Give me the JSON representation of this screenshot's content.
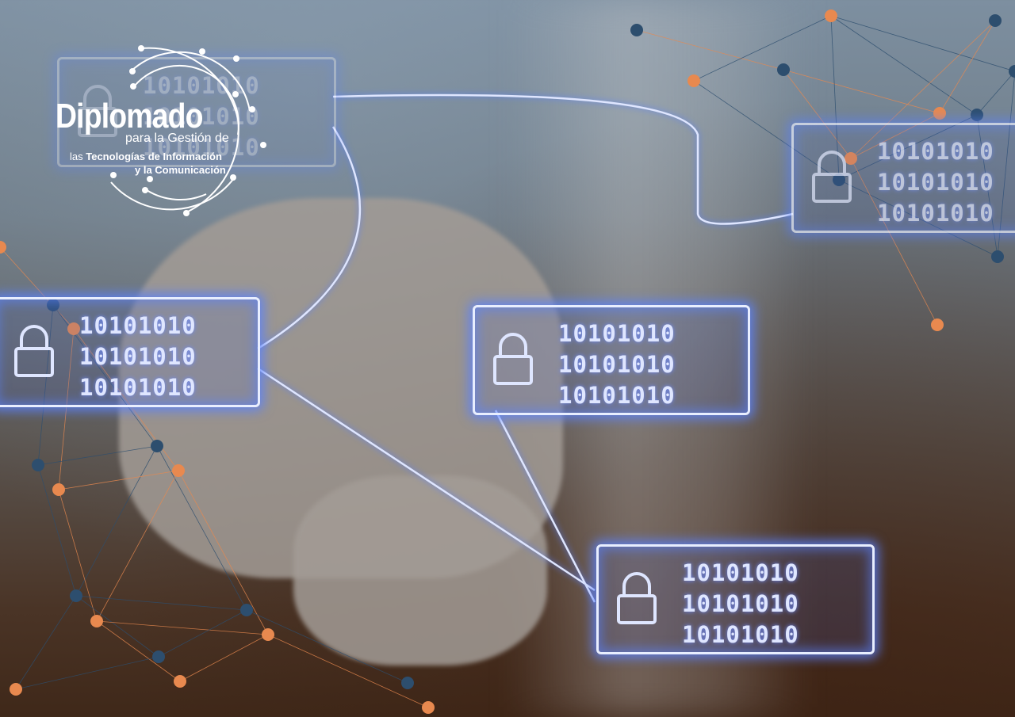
{
  "logo": {
    "title": "Diplomado",
    "line2": "para la Gestión de",
    "line3_prefix": "las",
    "line3_bold": "Tecnologías de Información",
    "line4": "y la Comunicación"
  },
  "boxes": [
    {
      "lines": [
        "10101010",
        "10101010",
        "10101010"
      ]
    },
    {
      "lines": [
        "10101010",
        "10101010",
        "10101010"
      ]
    },
    {
      "lines": [
        "10101010",
        "10101010",
        "10101010"
      ]
    },
    {
      "lines": [
        "10101010",
        "10101010",
        "10101010"
      ]
    },
    {
      "lines": [
        "10101010",
        "10101010",
        "10101010"
      ]
    }
  ],
  "colors": {
    "glow": "#5a82ff",
    "node_orange": "#e8894f",
    "node_blue": "#2d4e6e"
  }
}
